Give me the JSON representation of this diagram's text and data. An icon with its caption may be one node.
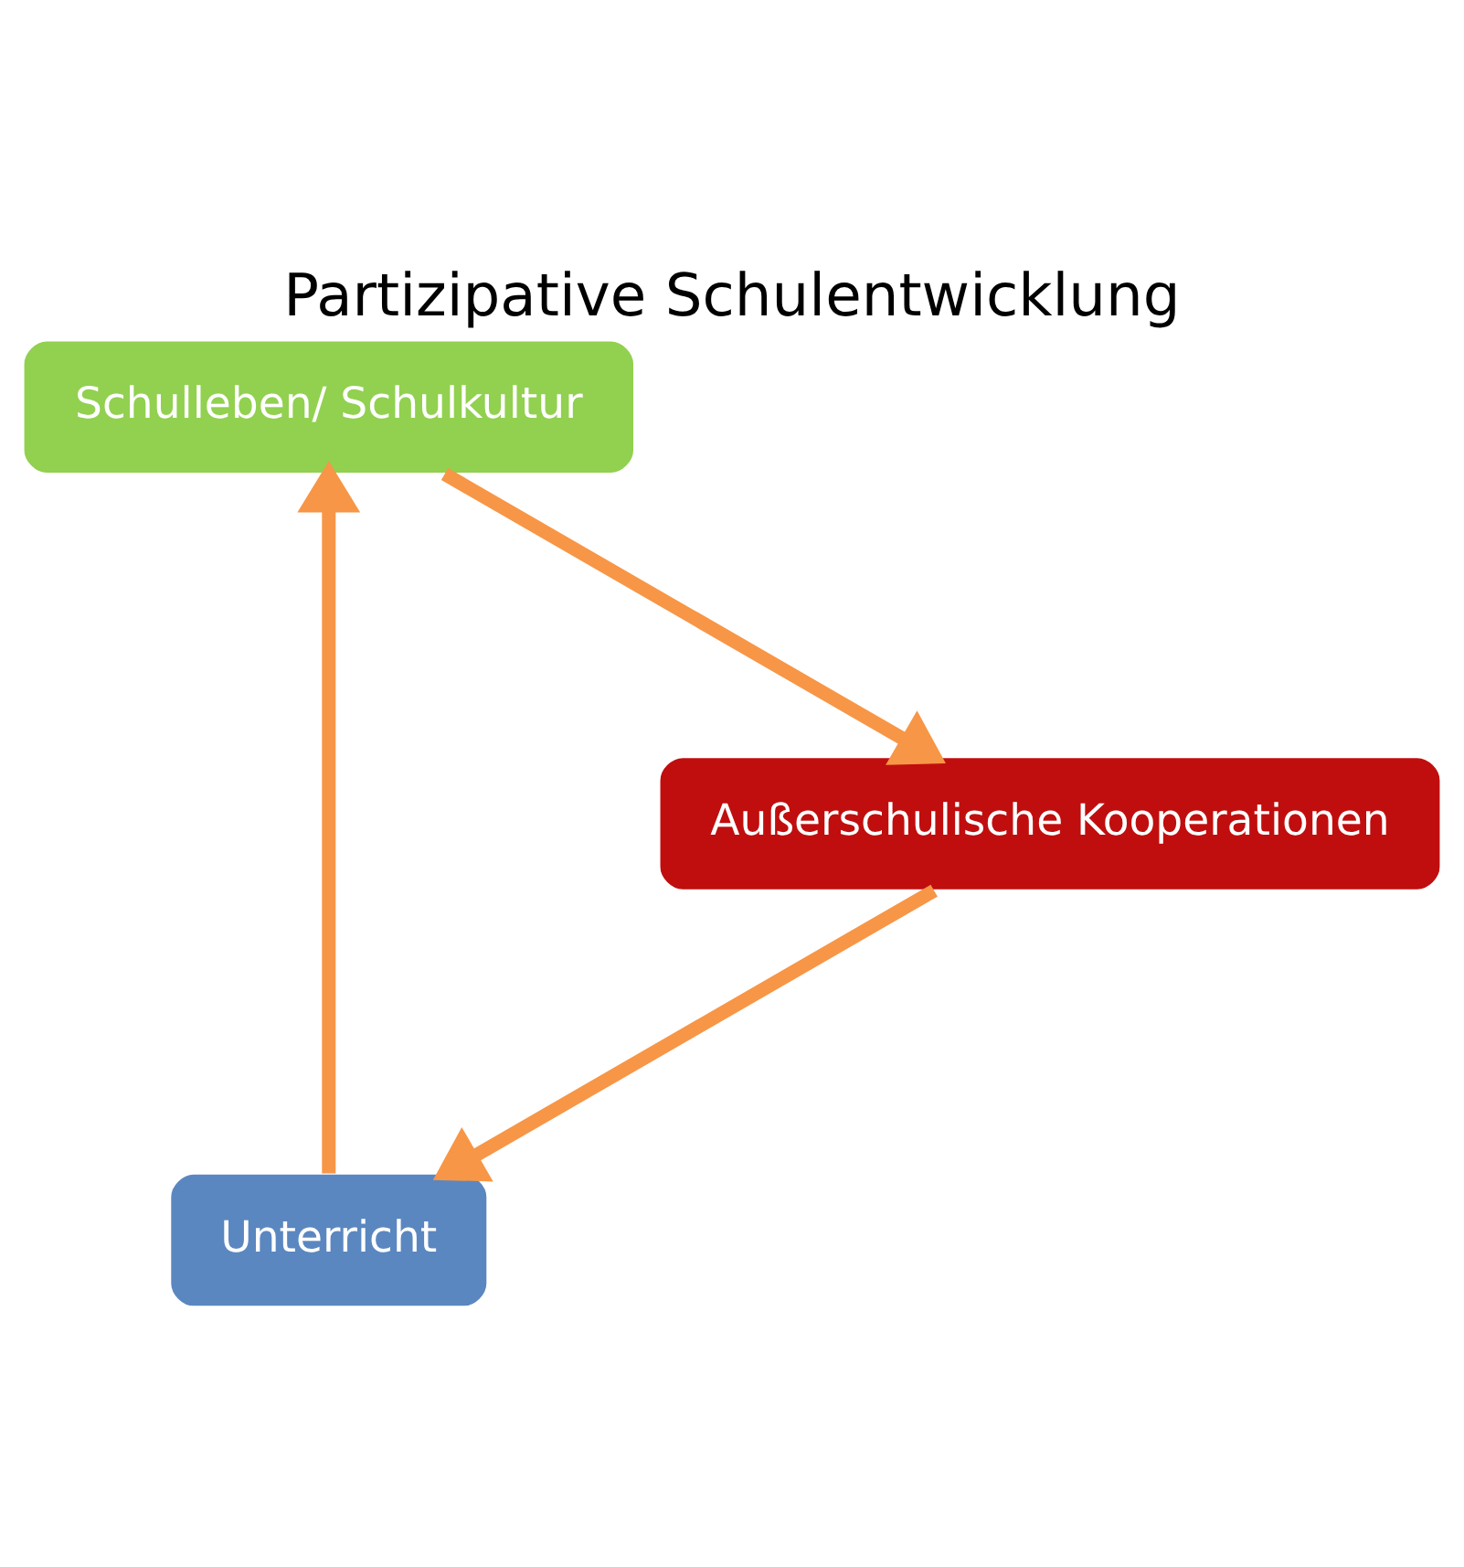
{
  "diagram": {
    "title": "Partizipative Schulentwicklung",
    "nodes": [
      {
        "text": [
          "Unterricht"
        ]
      },
      {
        "text": [
          "Schulleben/ Schulkultur"
        ]
      },
      {
        "text": [
          "Außerschulische Kooperationen"
        ]
      }
    ],
    "edges": [
      {
        "from": 0,
        "to": 1,
        "arrow": "to"
      },
      {
        "from": 1,
        "to": 2,
        "arrow": "to"
      },
      {
        "from": 2,
        "to": 0,
        "arrow": "to"
      }
    ]
  }
}
